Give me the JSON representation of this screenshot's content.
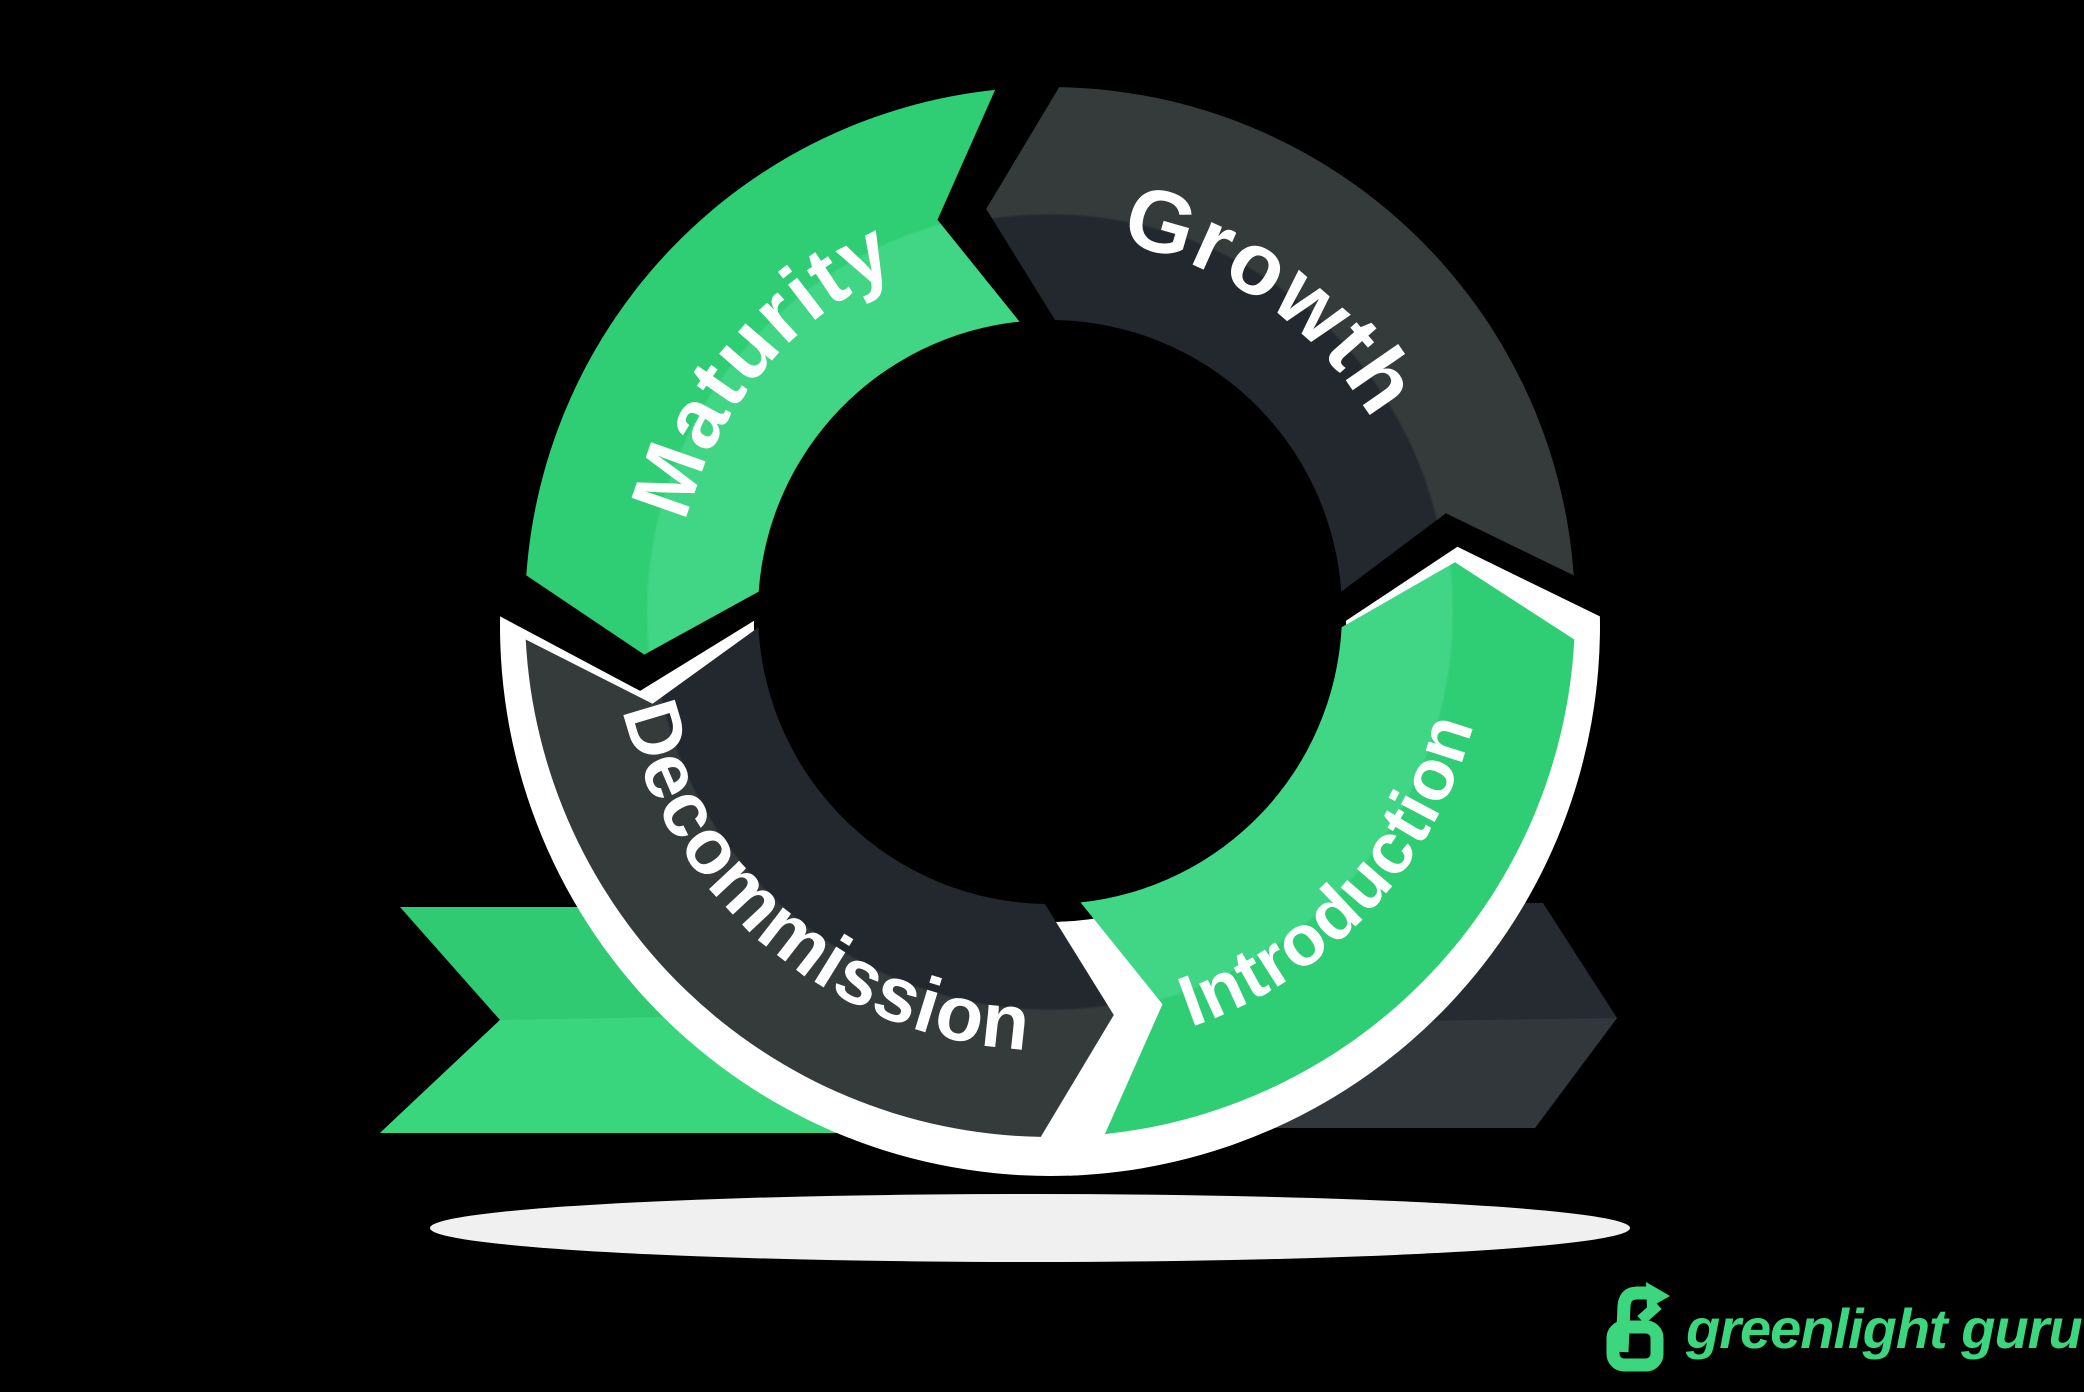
{
  "diagram": {
    "type": "cycle",
    "description_hint": "product lifecycle loop of four arrow segments",
    "segments": {
      "maturity": {
        "label": "Maturity",
        "position": "top-left",
        "color_theme": "green"
      },
      "growth": {
        "label": "Growth",
        "position": "top-right",
        "color_theme": "dark"
      },
      "introduction": {
        "label": "Introduction",
        "position": "bottom-right",
        "color_theme": "green"
      },
      "decommission": {
        "label": "Decommission",
        "position": "bottom-left",
        "color_theme": "dark"
      }
    }
  },
  "colors": {
    "background": "#000000",
    "label_text": "#ffffff",
    "green_outer": "#2fcd74",
    "green_inner": "#41d586",
    "dark_outer": "#353b3b",
    "dark_inner": "#23282e",
    "white_outline": "#ffffff",
    "ribbon_green_top": "#2fca72",
    "ribbon_green_bottom": "#3ad67e",
    "ribbon_dark_top": "#262b31",
    "ribbon_dark_bottom": "#31373a",
    "shadow": "#f0f0f0",
    "logo_green": "#3cd67e"
  },
  "logo": {
    "brand": "greenlight guru"
  }
}
